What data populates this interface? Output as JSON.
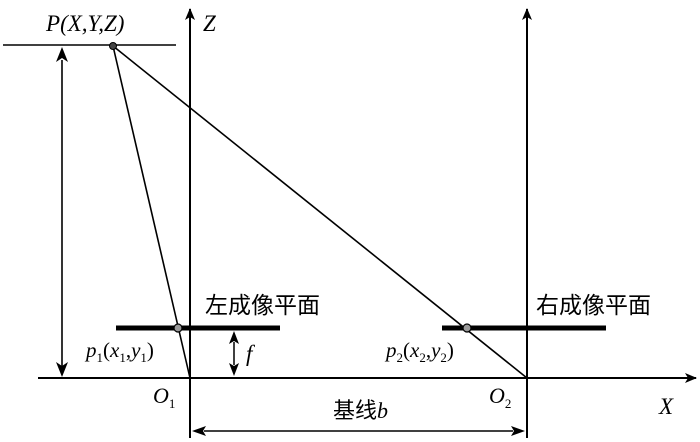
{
  "point_label": {
    "P": "P",
    "rest": "(X,Y,Z)"
  },
  "axes": {
    "z_label": "Z",
    "x_label": "X"
  },
  "origins": {
    "o1": {
      "letter": "O",
      "sub": "1"
    },
    "o2": {
      "letter": "O",
      "sub": "2"
    }
  },
  "planes": {
    "left": "左成像平面",
    "right": "右成像平面"
  },
  "image_points": {
    "p1": {
      "letter": "p",
      "sub": "1",
      "open": "(",
      "x": "x",
      "xsub": "1",
      "comma": ",",
      "y": "y",
      "ysub": "1",
      "close": ")"
    },
    "p2": {
      "letter": "p",
      "sub": "2",
      "open": "(",
      "x": "x",
      "xsub": "2",
      "comma": ",",
      "y": "y",
      "ysub": "2",
      "close": ")"
    }
  },
  "focal_label": "f",
  "baseline": {
    "text": "基线",
    "var": "b"
  },
  "colors": {
    "ink": "#000000",
    "point_fill": "#9a9a9a"
  }
}
